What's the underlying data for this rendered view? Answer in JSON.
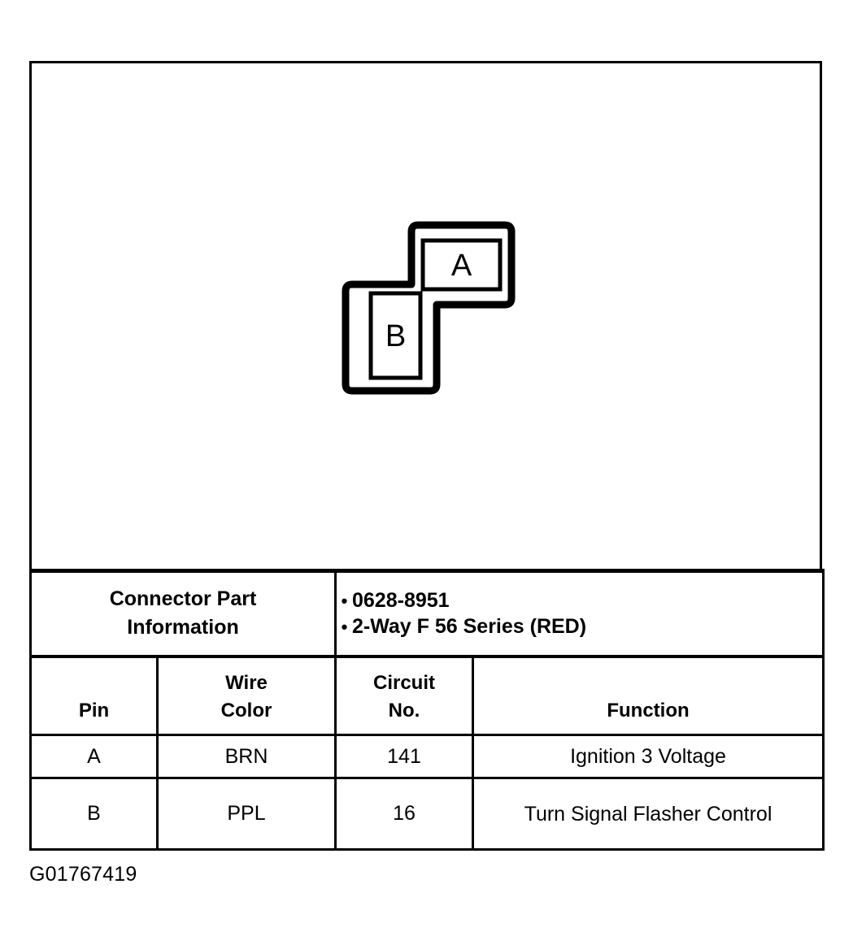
{
  "figure": {
    "caption": "G01767419"
  },
  "connector_diagram": {
    "shape": "stepped-two-cavity-outline",
    "cavities": [
      {
        "label": "A",
        "orientation": "landscape",
        "position": "upper-right"
      },
      {
        "label": "B",
        "orientation": "portrait",
        "position": "lower-left"
      }
    ]
  },
  "table": {
    "connector_part_information": {
      "label_line1": "Connector Part",
      "label_line2": "Information",
      "details": [
        "0628-8951",
        "2-Way F 56 Series (RED)"
      ],
      "bullet_glyph": "•"
    },
    "columns": [
      {
        "key": "pin",
        "line1": "",
        "line2": "Pin"
      },
      {
        "key": "wire_color",
        "line1": "Wire",
        "line2": "Color"
      },
      {
        "key": "circuit_no",
        "line1": "Circuit",
        "line2": "No."
      },
      {
        "key": "function",
        "line1": "",
        "line2": "Function"
      }
    ],
    "rows": [
      {
        "pin": "A",
        "wire_color": "BRN",
        "circuit_no": "141",
        "function": "Ignition 3 Voltage"
      },
      {
        "pin": "B",
        "wire_color": "PPL",
        "circuit_no": "16",
        "function": "Turn Signal Flasher Control"
      }
    ]
  },
  "colors": {
    "ink": "#000000",
    "paper": "#ffffff"
  }
}
